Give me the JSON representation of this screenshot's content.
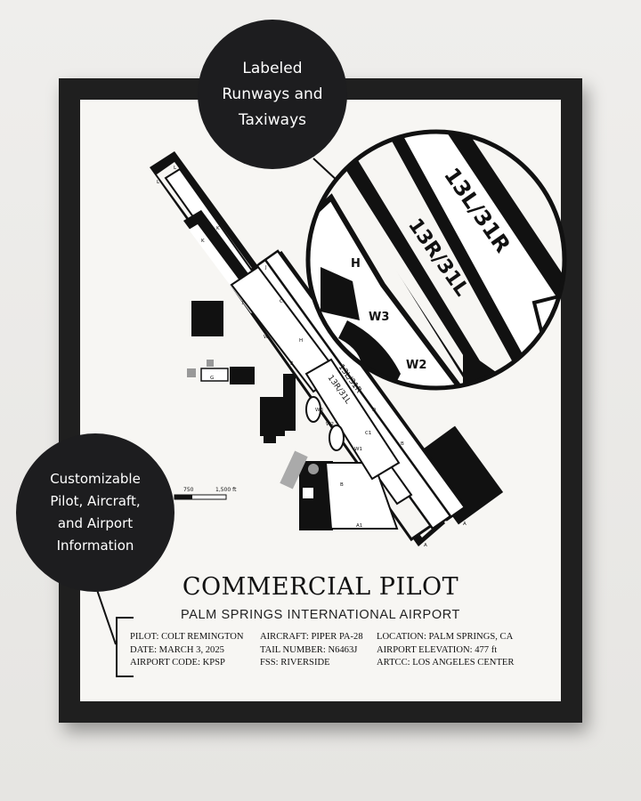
{
  "poster": {
    "title": "COMMERCIAL PILOT",
    "subtitle": "PALM SPRINGS INTERNATIONAL AIRPORT",
    "info": {
      "pilot": "PILOT: COLT REMINGTON",
      "date": "DATE: MARCH 3, 2025",
      "airport_code": "AIRPORT CODE: KPSP",
      "aircraft": "AIRCRAFT: PIPER PA-28",
      "tail_number": "TAIL NUMBER: N6463J",
      "fss": "FSS: RIVERSIDE",
      "location": "LOCATION: PALM SPRINGS, CA",
      "elevation": "AIRPORT ELEVATION: 477 ft",
      "artcc": "ARTCC: LOS ANGELES CENTER"
    }
  },
  "map": {
    "runway_labels": [
      "13L/31R",
      "13R/31L"
    ],
    "taxiway_labels": [
      "L",
      "L",
      "K",
      "K",
      "J",
      "J",
      "C",
      "W",
      "H",
      "G",
      "W3",
      "W2",
      "W1",
      "C1",
      "B",
      "B",
      "A",
      "A",
      "A1",
      "D",
      "E"
    ],
    "scale": [
      "750",
      "1,500 ft"
    ]
  },
  "callouts": {
    "top": [
      "Labeled",
      "Runways and",
      "Taxiways"
    ],
    "left": [
      "Customizable",
      "Pilot, Aircraft,",
      "and Airport",
      "Information"
    ],
    "magnifier_runways": [
      "13L/31R",
      "13R/31L"
    ],
    "magnifier_taxiways": [
      "H",
      "W3",
      "W2"
    ]
  }
}
